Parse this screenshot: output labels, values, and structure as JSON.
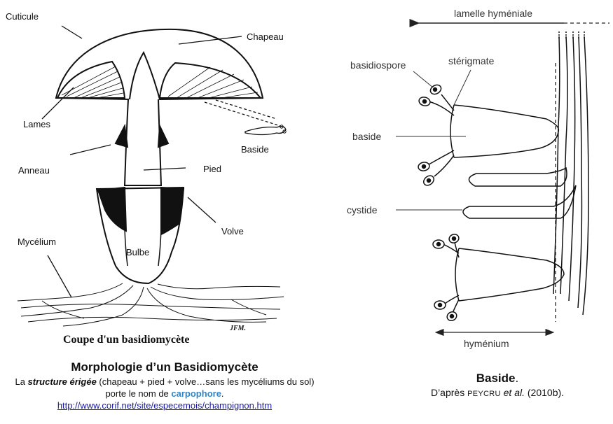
{
  "left_figure": {
    "labels": {
      "cuticule": "Cuticule",
      "chapeau": "Chapeau",
      "lames": "Lames",
      "baside": "Baside",
      "anneau": "Anneau",
      "pied": "Pied",
      "mycelium": "Mycélium",
      "volve": "Volve",
      "bulbe": "Bulbe"
    },
    "drawing_title": "Coupe d'un basidiomycète",
    "signature": "JFM."
  },
  "left_caption": {
    "title": "Morphologie d’un Basidiomycète",
    "line_prefix": "La ",
    "emphasis": "structure érigée",
    "line_middle": " (chapeau + pied + volve…sans les mycéliums du sol) porte le nom de ",
    "highlight": "carpophore",
    "line_end": ".",
    "link": "http://www.corif.net/site/especemois/champignon.htm",
    "highlight_color": "#2e86c8"
  },
  "right_figure": {
    "labels": {
      "lamelle": "lamelle hyméniale",
      "basidiospore": "basidiospore",
      "sterigmate": "stérigmate",
      "baside": "baside",
      "cystide": "cystide",
      "hymenium": "hyménium"
    }
  },
  "right_caption": {
    "title": "Baside",
    "title_end": ".",
    "source_prefix": "D’après ",
    "author": "Peycru",
    "etal": "et al.",
    "year": " (2010b)."
  }
}
